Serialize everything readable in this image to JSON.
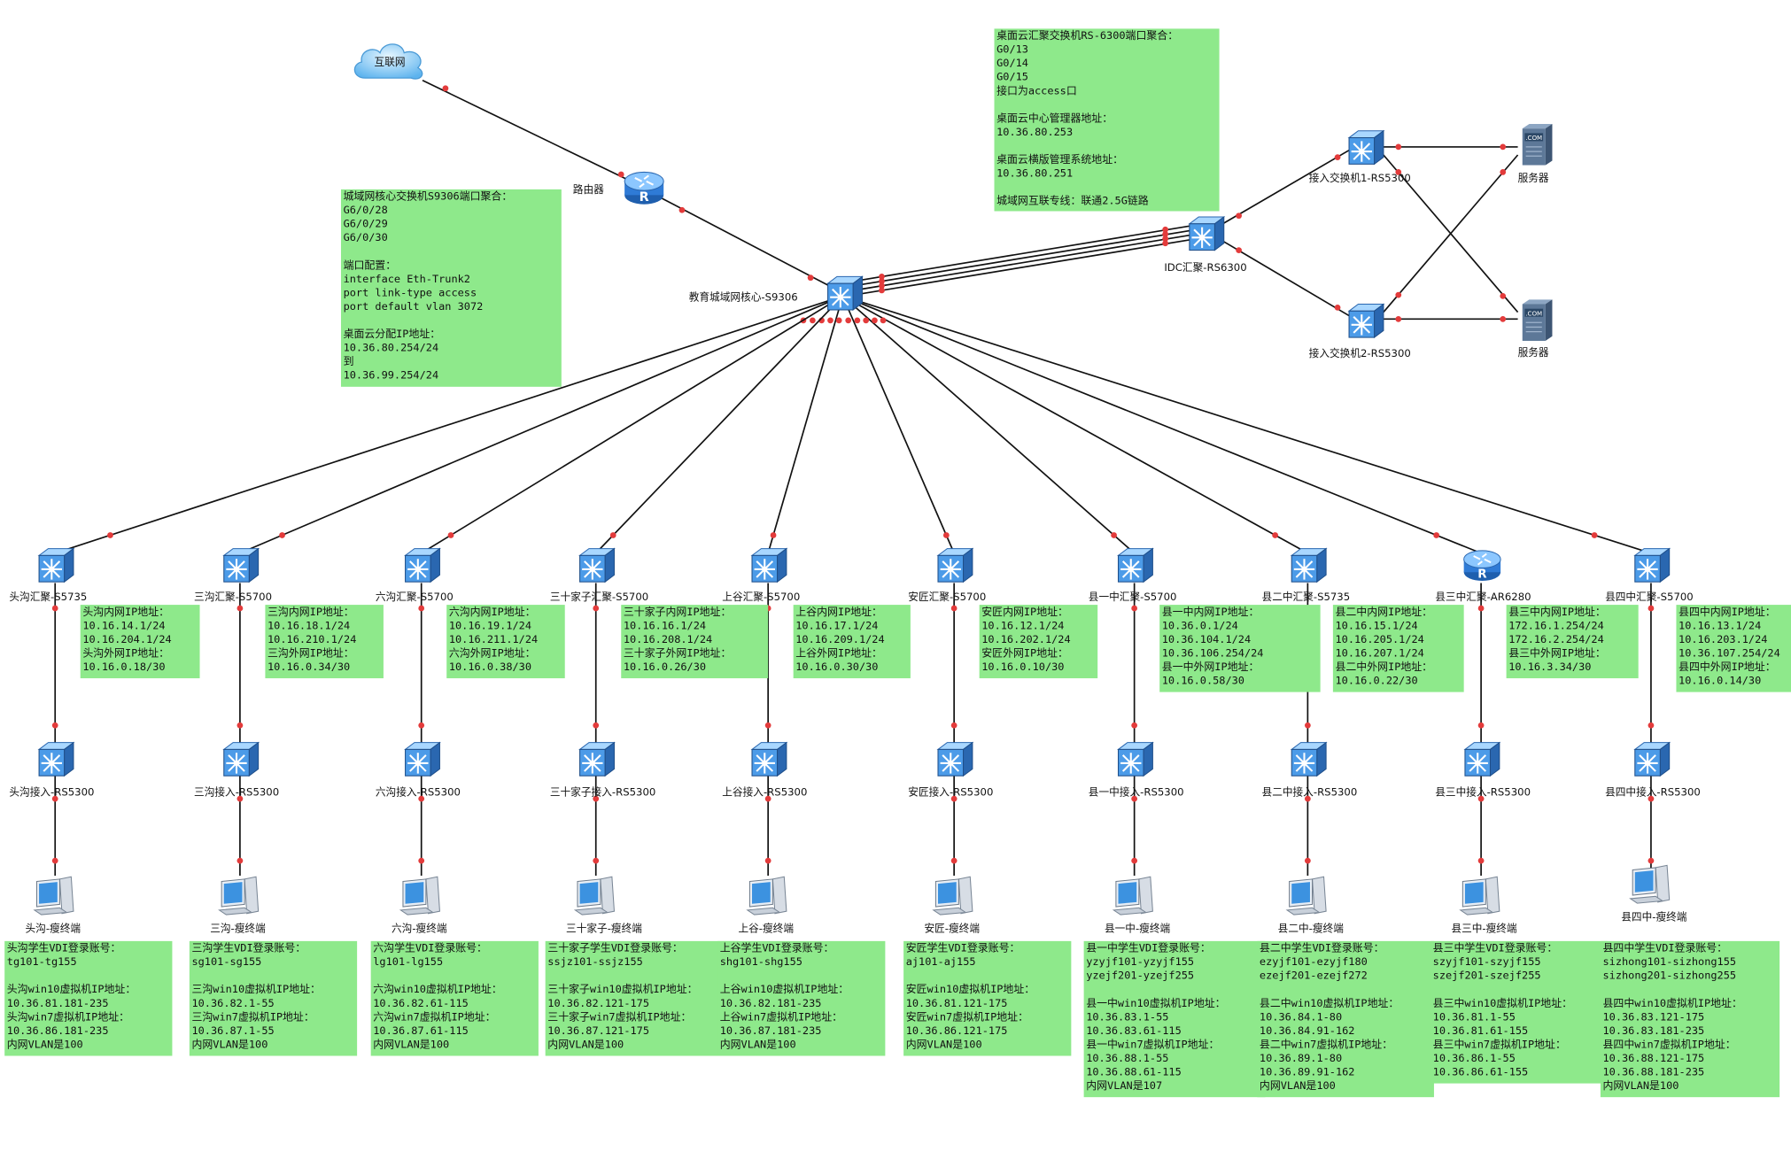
{
  "colors": {
    "note_bg": "#8ee98b",
    "link": "#111111",
    "port_dot": "#e33b3b",
    "device_blue": "#2f7bd6"
  },
  "nodes": {
    "internet": "互联网",
    "router": "路由器",
    "core": "教育城域网核心-S9306",
    "idc": "IDC汇聚-RS6300",
    "access1": "接入交换机1-RS5300",
    "access2": "接入交换机2-RS5300",
    "server1": "服务器",
    "server2": "服务器"
  },
  "core_note": "城域网核心交换机S9306端口聚合：\nG6/0/28\nG6/0/29\nG6/0/30\n\n端口配置：\ninterface Eth-Trunk2\nport link-type access\nport default vlan 3072\n\n桌面云分配IP地址：\n10.36.80.254/24\n到\n10.36.99.254/24",
  "idc_note": "桌面云汇聚交换机RS-6300端口聚合：\nG0/13\nG0/14\nG0/15\n接口为access口\n\n桌面云中心管理器地址：\n10.36.80.253\n\n桌面云横版管理系统地址：\n10.36.80.251\n\n城域网互联专线：联通2.5G链路",
  "sites": [
    {
      "agg": "头沟汇聚-S5735",
      "acc": "头沟接入-RS5300",
      "term": "头沟-瘦终端",
      "ip": "头沟内网IP地址：\n10.16.14.1/24\n10.16.204.1/24\n头沟外网IP地址：\n10.16.0.18/30",
      "vdi": "头沟学生VDI登录账号：\ntg101-tg155\n\n头沟win10虚拟机IP地址：\n10.36.81.181-235\n头沟win7虚拟机IP地址：\n10.36.86.181-235\n内网VLAN是100"
    },
    {
      "agg": "三沟汇聚-S5700",
      "acc": "三沟接入-RS5300",
      "term": "三沟-瘦终端",
      "ip": "三沟内网IP地址：\n10.16.18.1/24\n10.16.210.1/24\n三沟外网IP地址：\n10.16.0.34/30",
      "vdi": "三沟学生VDI登录账号：\nsg101-sg155\n\n三沟win10虚拟机IP地址：\n10.36.82.1-55\n三沟win7虚拟机IP地址：\n10.36.87.1-55\n内网VLAN是100"
    },
    {
      "agg": "六沟汇聚-S5700",
      "acc": "六沟接入-RS5300",
      "term": "六沟-瘦终端",
      "ip": "六沟内网IP地址：\n10.16.19.1/24\n10.16.211.1/24\n六沟外网IP地址：\n10.16.0.38/30",
      "vdi": "六沟学生VDI登录账号：\nlg101-lg155\n\n六沟win10虚拟机IP地址：\n10.36.82.61-115\n六沟win7虚拟机IP地址：\n10.36.87.61-115\n内网VLAN是100"
    },
    {
      "agg": "三十家子汇聚-S5700",
      "acc": "三十家子接入-RS5300",
      "term": "三十家子-瘦终端",
      "ip": "三十家子内网IP地址：\n10.16.16.1/24\n10.16.208.1/24\n三十家子外网IP地址：\n10.16.0.26/30",
      "vdi": "三十家子学生VDI登录账号：\nssjz101-ssjz155\n\n三十家子win10虚拟机IP地址：\n10.36.82.121-175\n三十家子win7虚拟机IP地址：\n10.36.87.121-175\n内网VLAN是100"
    },
    {
      "agg": "上谷汇聚-S5700",
      "acc": "上谷接入-RS5300",
      "term": "上谷-瘦终端",
      "ip": "上谷内网IP地址：\n10.16.17.1/24\n10.16.209.1/24\n上谷外网IP地址：\n10.16.0.30/30",
      "vdi": "上谷学生VDI登录账号：\nshg101-shg155\n\n上谷win10虚拟机IP地址：\n10.36.82.181-235\n上谷win7虚拟机IP地址：\n10.36.87.181-235\n内网VLAN是100"
    },
    {
      "agg": "安匠汇聚-S5700",
      "acc": "安匠接入-RS5300",
      "term": "安匠-瘦终端",
      "ip": "安匠内网IP地址：\n10.16.12.1/24\n10.16.202.1/24\n安匠外网IP地址：\n10.16.0.10/30",
      "vdi": "安匠学生VDI登录账号：\naj101-aj155\n\n安匠win10虚拟机IP地址：\n10.36.81.121-175\n安匠win7虚拟机IP地址：\n10.36.86.121-175\n内网VLAN是100"
    },
    {
      "agg": "县一中汇聚-S5700",
      "acc": "县一中接入-RS5300",
      "term": "县一中-瘦终端",
      "ip": "县一中内网IP地址：\n10.36.0.1/24\n10.36.104.1/24\n10.36.106.254/24\n县一中外网IP地址：\n10.16.0.58/30",
      "vdi": "县一中学生VDI登录账号：\nyzyjf101-yzyjf155\nyzejf201-yzejf255\n\n县一中win10虚拟机IP地址：\n10.36.83.1-55\n10.36.83.61-115\n县一中win7虚拟机IP地址：\n10.36.88.1-55\n10.36.88.61-115\n内网VLAN是107"
    },
    {
      "agg": "县二中汇聚-S5735",
      "acc": "县二中接入-RS5300",
      "term": "县二中-瘦终端",
      "ip": "县二中内网IP地址：\n10.16.15.1/24\n10.16.205.1/24\n10.16.207.1/24\n县二中外网IP地址：\n10.16.0.22/30",
      "vdi": "县二中学生VDI登录账号：\nezyjf101-ezyjf180\nezejf201-ezejf272\n\n县二中win10虚拟机IP地址：\n10.36.84.1-80\n10.36.84.91-162\n县二中win7虚拟机IP地址：\n10.36.89.1-80\n10.36.89.91-162\n内网VLAN是100"
    },
    {
      "agg": "县三中汇聚-AR6280",
      "acc": "县三中接入-RS5300",
      "term": "县三中-瘦终端",
      "ip": "县三中内网IP地址：\n172.16.1.254/24\n172.16.2.254/24\n县三中外网IP地址：\n10.16.3.34/30",
      "vdi": "县三中学生VDI登录账号：\nszyjf101-szyjf155\nszejf201-szejf255\n\n县三中win10虚拟机IP地址：\n10.36.81.1-55\n10.36.81.61-155\n县三中win7虚拟机IP地址：\n10.36.86.1-55\n10.36.86.61-155"
    },
    {
      "agg": "县四中汇聚-S5700",
      "acc": "县四中接入-RS5300",
      "term": "县四中-瘦终端",
      "ip": "县四中内网IP地址：\n10.16.13.1/24\n10.16.203.1/24\n10.36.107.254/24\n县四中外网IP地址：\n10.16.0.14/30",
      "vdi": "县四中学生VDI登录账号：\nsizhong101-sizhong155\nsizhong201-sizhong255\n\n县四中win10虚拟机IP地址：\n10.36.83.121-175\n10.36.83.181-235\n县四中win7虚拟机IP地址：\n10.36.88.121-175\n10.36.88.181-235\n内网VLAN是100"
    }
  ]
}
